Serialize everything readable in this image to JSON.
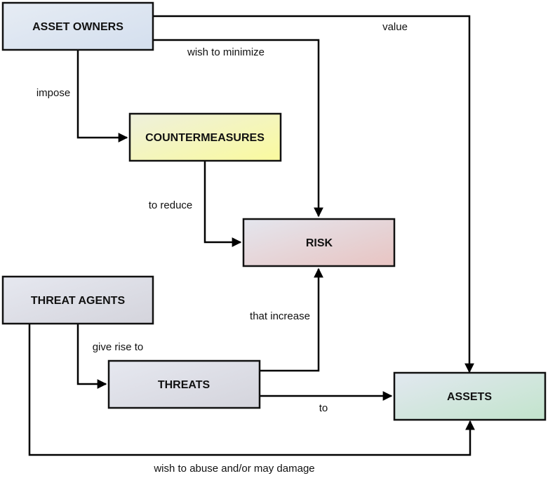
{
  "diagram": {
    "nodes": {
      "asset_owners": {
        "label": "ASSET OWNERS",
        "color": "#d4dfee"
      },
      "countermeasures": {
        "label": "COUNTERMEASURES",
        "color": "#fafa9e"
      },
      "risk": {
        "label": "RISK",
        "color": "#e8c4c2"
      },
      "threat_agents": {
        "label": "THREAT AGENTS",
        "color": "#d4d4dc"
      },
      "threats": {
        "label": "THREATS",
        "color": "#d4d4dc"
      },
      "assets": {
        "label": "ASSETS",
        "color": "#c2e4cc"
      }
    },
    "edges": {
      "owners_value_assets": {
        "from": "ASSET OWNERS",
        "to": "ASSETS",
        "label": "value"
      },
      "owners_minimize_risk": {
        "from": "ASSET OWNERS",
        "to": "RISK",
        "label": "wish to minimize"
      },
      "owners_impose_countermeasures": {
        "from": "ASSET OWNERS",
        "to": "COUNTERMEASURES",
        "label": "impose"
      },
      "countermeasures_reduce_risk": {
        "from": "COUNTERMEASURES",
        "to": "RISK",
        "label": "to reduce"
      },
      "agents_give_rise_threats": {
        "from": "THREAT AGENTS",
        "to": "THREATS",
        "label": "give rise to"
      },
      "threats_increase_risk": {
        "from": "THREATS",
        "to": "RISK",
        "label": "that increase"
      },
      "threats_to_assets": {
        "from": "THREATS",
        "to": "ASSETS",
        "label": "to"
      },
      "agents_abuse_assets": {
        "from": "THREAT AGENTS",
        "to": "ASSETS",
        "label": "wish to abuse and/or may damage"
      }
    }
  }
}
